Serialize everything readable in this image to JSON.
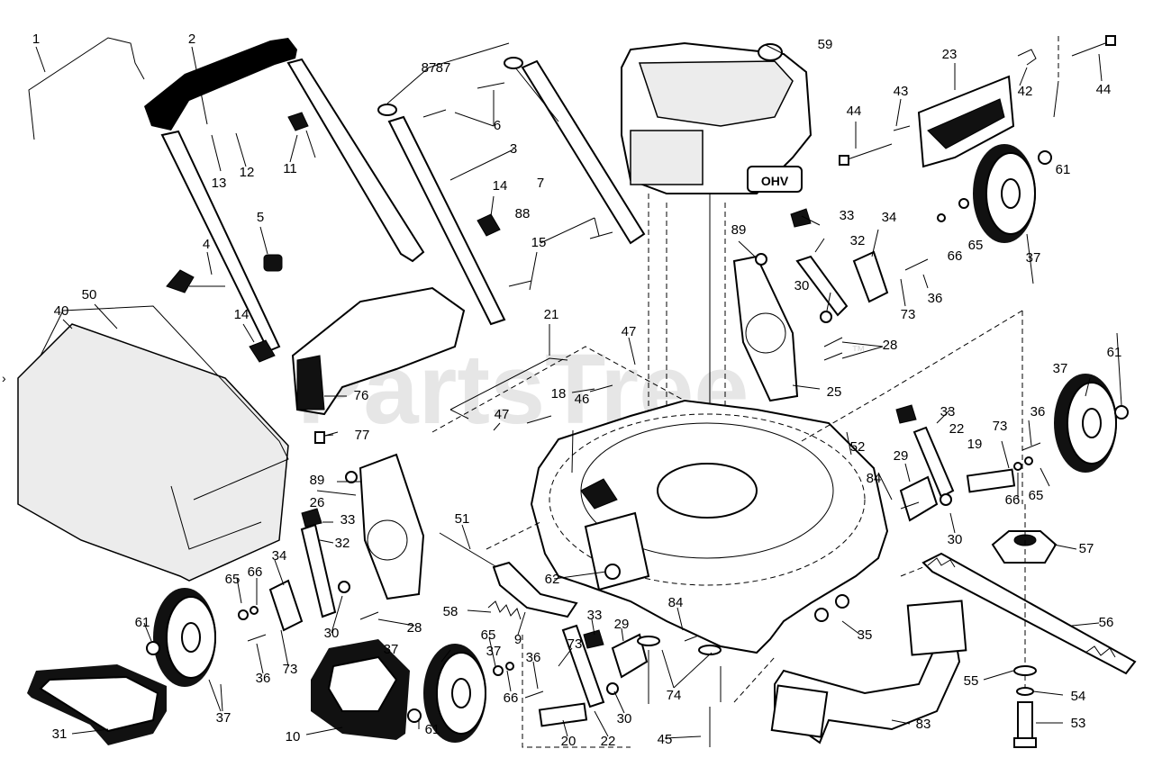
{
  "watermark": {
    "text": "PartsTree",
    "trademark": "™"
  },
  "side_mark": "›",
  "callouts": [
    {
      "id": "1"
    },
    {
      "id": "2"
    },
    {
      "id": "87a",
      "text": "87"
    },
    {
      "id": "6"
    },
    {
      "id": "3"
    },
    {
      "id": "7"
    },
    {
      "id": "59"
    },
    {
      "id": "23"
    },
    {
      "id": "42"
    },
    {
      "id": "44a",
      "text": "44"
    },
    {
      "id": "43"
    },
    {
      "id": "44b",
      "text": "44"
    },
    {
      "id": "13"
    },
    {
      "id": "12"
    },
    {
      "id": "11"
    },
    {
      "id": "14a",
      "text": "14"
    },
    {
      "id": "88"
    },
    {
      "id": "15"
    },
    {
      "id": "5"
    },
    {
      "id": "4"
    },
    {
      "id": "50"
    },
    {
      "id": "40"
    },
    {
      "id": "14b",
      "text": "14"
    },
    {
      "id": "21"
    },
    {
      "id": "47a",
      "text": "47"
    },
    {
      "id": "18"
    },
    {
      "id": "47b",
      "text": "47"
    },
    {
      "id": "46"
    },
    {
      "id": "76"
    },
    {
      "id": "77"
    },
    {
      "id": "33a",
      "text": "33"
    },
    {
      "id": "32a",
      "text": "32"
    },
    {
      "id": "34a",
      "text": "34"
    },
    {
      "id": "89a",
      "text": "89"
    },
    {
      "id": "30a",
      "text": "30"
    },
    {
      "id": "66a",
      "text": "66"
    },
    {
      "id": "65a",
      "text": "65"
    },
    {
      "id": "36a",
      "text": "36"
    },
    {
      "id": "73a",
      "text": "73"
    },
    {
      "id": "37a",
      "text": "37"
    },
    {
      "id": "61a",
      "text": "61"
    },
    {
      "id": "28a",
      "text": "28"
    },
    {
      "id": "25"
    },
    {
      "id": "37b",
      "text": "37"
    },
    {
      "id": "61b",
      "text": "61"
    },
    {
      "id": "33b",
      "text": "33"
    },
    {
      "id": "22a",
      "text": "22"
    },
    {
      "id": "73b",
      "text": "73"
    },
    {
      "id": "36b",
      "text": "36"
    },
    {
      "id": "19"
    },
    {
      "id": "66b",
      "text": "66"
    },
    {
      "id": "65b",
      "text": "65"
    },
    {
      "id": "52"
    },
    {
      "id": "29a",
      "text": "29"
    },
    {
      "id": "84a",
      "text": "84"
    },
    {
      "id": "30b",
      "text": "30"
    },
    {
      "id": "89b",
      "text": "89"
    },
    {
      "id": "26"
    },
    {
      "id": "33c",
      "text": "33"
    },
    {
      "id": "32b",
      "text": "32"
    },
    {
      "id": "34b",
      "text": "34"
    },
    {
      "id": "65c",
      "text": "65"
    },
    {
      "id": "66c",
      "text": "66"
    },
    {
      "id": "61c",
      "text": "61"
    },
    {
      "id": "36c",
      "text": "36"
    },
    {
      "id": "73c",
      "text": "73"
    },
    {
      "id": "30c",
      "text": "30"
    },
    {
      "id": "28b",
      "text": "28"
    },
    {
      "id": "37c",
      "text": "37"
    },
    {
      "id": "51"
    },
    {
      "id": "62"
    },
    {
      "id": "57"
    },
    {
      "id": "56"
    },
    {
      "id": "58"
    },
    {
      "id": "9"
    },
    {
      "id": "84b",
      "text": "84"
    },
    {
      "id": "35"
    },
    {
      "id": "33d",
      "text": "33"
    },
    {
      "id": "29b",
      "text": "29"
    },
    {
      "id": "73d",
      "text": "73"
    },
    {
      "id": "65d",
      "text": "65"
    },
    {
      "id": "36d",
      "text": "36"
    },
    {
      "id": "66d",
      "text": "66"
    },
    {
      "id": "37d",
      "text": "37"
    },
    {
      "id": "74"
    },
    {
      "id": "55"
    },
    {
      "id": "54"
    },
    {
      "id": "53"
    },
    {
      "id": "83"
    },
    {
      "id": "30d",
      "text": "30"
    },
    {
      "id": "45"
    },
    {
      "id": "22b",
      "text": "22"
    },
    {
      "id": "20"
    },
    {
      "id": "10"
    },
    {
      "id": "61d",
      "text": "61"
    },
    {
      "id": "31"
    },
    {
      "id": "37e",
      "text": "37"
    },
    {
      "id": "87b",
      "text": "87"
    }
  ],
  "engine": {
    "badge": "OHV"
  }
}
